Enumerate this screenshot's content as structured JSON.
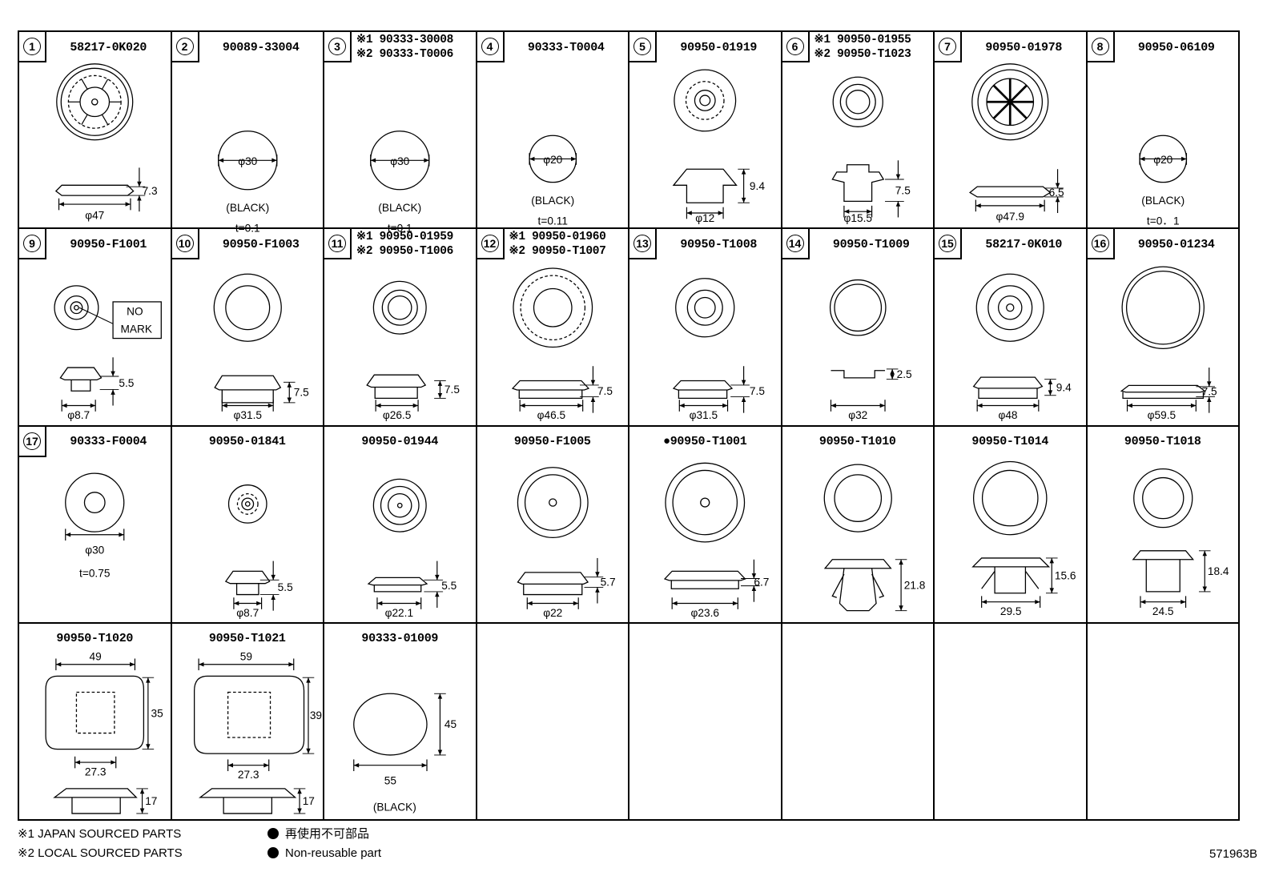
{
  "cells": [
    {
      "index": "1",
      "lines": [
        "58217-0K020"
      ],
      "dims": {
        "height": "7.3",
        "dia": "φ47"
      }
    },
    {
      "index": "2",
      "lines": [
        "90089-33004"
      ],
      "dims": {
        "dia": "φ30",
        "color": "(BLACK)",
        "thickness": "t=0.1"
      }
    },
    {
      "index": "3",
      "lines": [
        "※1 90333-30008",
        "※2 90333-T0006"
      ],
      "dims": {
        "dia": "φ30",
        "color": "(BLACK)",
        "thickness": "t=0.1"
      }
    },
    {
      "index": "4",
      "lines": [
        "90333-T0004"
      ],
      "dims": {
        "dia": "φ20",
        "color": "(BLACK)",
        "thickness": "t=0.11"
      }
    },
    {
      "index": "5",
      "lines": [
        "90950-01919"
      ],
      "dims": {
        "height": "9.4",
        "dia": "φ12"
      }
    },
    {
      "index": "6",
      "lines": [
        "※1 90950-01955",
        "※2 90950-T1023"
      ],
      "dims": {
        "height": "7.5",
        "dia": "φ15.5"
      }
    },
    {
      "index": "7",
      "lines": [
        "90950-01978"
      ],
      "dims": {
        "height": "6.5",
        "dia": "φ47.9"
      }
    },
    {
      "index": "8",
      "lines": [
        "90950-06109"
      ],
      "dims": {
        "dia": "φ20",
        "color": "(BLACK)",
        "thickness": "t=0．1"
      }
    },
    {
      "index": "9",
      "lines": [
        "90950-F1001"
      ],
      "dims": {
        "height": "5.5",
        "dia": "φ8.7",
        "note": "NO MARK",
        "note1": "NO",
        "note2": "MARK"
      }
    },
    {
      "index": "10",
      "lines": [
        "90950-F1003"
      ],
      "dims": {
        "height": "7.5",
        "dia": "φ31.5"
      }
    },
    {
      "index": "11",
      "lines": [
        "※1 90950-01959",
        "※2 90950-T1006"
      ],
      "dims": {
        "height": "7.5",
        "dia": "φ26.5"
      }
    },
    {
      "index": "12",
      "lines": [
        "※1 90950-01960",
        "※2 90950-T1007"
      ],
      "dims": {
        "height": "7.5",
        "dia": "φ46.5"
      }
    },
    {
      "index": "13",
      "lines": [
        "90950-T1008"
      ],
      "dims": {
        "height": "7.5",
        "dia": "φ31.5"
      }
    },
    {
      "index": "14",
      "lines": [
        "90950-T1009"
      ],
      "dims": {
        "height": "2.5",
        "dia": "φ32"
      }
    },
    {
      "index": "15",
      "lines": [
        "58217-0K010"
      ],
      "dims": {
        "height": "9.4",
        "dia": "φ48"
      }
    },
    {
      "index": "16",
      "lines": [
        "90950-01234"
      ],
      "dims": {
        "height": "7.5",
        "dia": "φ59.5"
      }
    },
    {
      "index": "17",
      "lines": [
        "90333-F0004"
      ],
      "dims": {
        "dia": "φ30",
        "thickness": "t=0.75"
      }
    },
    {
      "index": "",
      "lines": [
        "90950-01841"
      ],
      "dims": {
        "height": "5.5",
        "dia": "φ8.7"
      }
    },
    {
      "index": "",
      "lines": [
        "90950-01944"
      ],
      "dims": {
        "height": "5.5",
        "dia": "φ22.1"
      }
    },
    {
      "index": "",
      "lines": [
        "90950-F1005"
      ],
      "dims": {
        "height": "5.7",
        "dia": "φ22"
      }
    },
    {
      "index": "",
      "lines": [
        "●90950-T1001"
      ],
      "dims": {
        "height": "6.7",
        "dia": "φ23.6"
      }
    },
    {
      "index": "",
      "lines": [
        "90950-T1010"
      ],
      "dims": {
        "height": "21.8"
      }
    },
    {
      "index": "",
      "lines": [
        "90950-T1014"
      ],
      "dims": {
        "height": "15.6",
        "width": "29.5"
      }
    },
    {
      "index": "",
      "lines": [
        "90950-T1018"
      ],
      "dims": {
        "height": "18.4",
        "width": "24.5"
      }
    },
    {
      "index": "",
      "lines": [
        "90950-T1020"
      ],
      "dims": {
        "width": "49",
        "height": "35",
        "inner": "27.3",
        "depth": "17"
      }
    },
    {
      "index": "",
      "lines": [
        "90950-T1021"
      ],
      "dims": {
        "width": "59",
        "height": "39",
        "inner": "27.3",
        "depth": "17"
      }
    },
    {
      "index": "",
      "lines": [
        "90333-01009"
      ],
      "dims": {
        "width": "55",
        "height": "45",
        "color": "(BLACK)"
      }
    },
    {
      "index": "",
      "lines": [],
      "dims": {}
    },
    {
      "index": "",
      "lines": [],
      "dims": {}
    },
    {
      "index": "",
      "lines": [],
      "dims": {}
    },
    {
      "index": "",
      "lines": [],
      "dims": {}
    },
    {
      "index": "",
      "lines": [],
      "dims": {}
    }
  ],
  "notes": {
    "note1": "※1 JAPAN SOURCED PARTS",
    "note2": "※2 LOCAL SOURCED PARTS",
    "legend_jp": "再使用不可部品",
    "legend_en": "Non-reusable part"
  },
  "doc_number": "571963B"
}
